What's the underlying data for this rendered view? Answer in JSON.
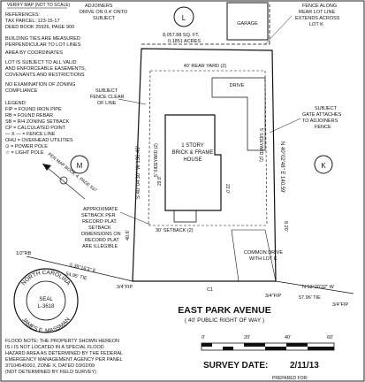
{
  "header": {
    "verify": "VERIFY MAP (NOT TO SCALE)"
  },
  "notes": {
    "references": [
      "REFERENCES:",
      "TAX PARCEL: 123-15-17",
      "DEED BOOK 25926, PAGE 900"
    ],
    "building_ties": [
      "BUILDING TIES ARE MEASURED",
      "PERPENDICULAR TO LOT LINES"
    ],
    "area": "AREA BY COORDINATES",
    "lot_subject": [
      "LOT IS SUBJECT TO ALL VALID",
      "AND ENFORCEABLE EASEMENTS,",
      "COVENANTS AND RESTRICTIONS"
    ],
    "zoning": [
      "NO EXAMINATION OF ZONING",
      "COMPLIANCE"
    ]
  },
  "legend": {
    "items": [
      "LEGEND:",
      "FIP = FOUND IRON PIPE",
      "RB = FOUND REBAR",
      "SB = R/4 ZONING SETBACK",
      "CP = CALCULATED POINT",
      "— X — = FENCE LINE",
      "OHU = OVERHEAD UTILITIES",
      "⊙ = POWER POLE",
      "☆ = LIGHT POLE"
    ]
  },
  "top": {
    "adjoiners": [
      "ADJOINERS",
      "DRIVE ON 0.4' ONTO",
      "SUBJECT"
    ],
    "lot_l": "L",
    "area": [
      "8,057.88 SQ. FT.",
      "0.1851 ACRES"
    ],
    "garage": "GARAGE",
    "fence_note": [
      "FENCE ALONG",
      "REAR LOT LINE",
      "EXTENDS ACROSS",
      "LOT K"
    ]
  },
  "site": {
    "rear_yard": "40' REAR YARD (2)",
    "drive_top": "DRIVE",
    "subject_fence": [
      "SUBJECT",
      "FENCE CLEAR",
      "OF LINE"
    ],
    "subject_gate": [
      "SUBJECT",
      "GATE ATTACHES",
      "TO ADJOINERS",
      "FENCE"
    ],
    "west_bearing": "S 40°04'30\" W 136.49'",
    "east_bearing": "N 40°02'48\" E 140.59'",
    "side_yard_left": "5' SIDEYARD (2)",
    "side_yard_right": "5' SIDEYARD (2)",
    "house": [
      "1 STORY",
      "BRICK & FRAME",
      "HOUSE"
    ],
    "map_ref": "PER MAP BOOK 4, PAGE 537",
    "setback_note": [
      "APPROXIMATE",
      "SETBACK PER",
      "RECORD PLAT.",
      "SETBACK",
      "DIMENSIONS ON",
      "RECORD PLAT",
      "ARE ILLEGIBLE"
    ],
    "setback_label": "30' SETBACK (2)",
    "front_left": "40.8'",
    "front_right": "8.20'",
    "common_drive": [
      "COMMON DRIVE",
      "WITH LOT K"
    ],
    "dim_220": "22.0'",
    "dim_298": "29.8'",
    "lot_m": "M",
    "lot_k": "K"
  },
  "bottom": {
    "corner_left": "1/2\"RB",
    "south_bearing": "S 39°16'3\" E",
    "dim_5495": "54.95' TIE",
    "fip_left": "3/4\"FIP",
    "fip_right_a": "3/4\"FIP",
    "fip_right_b": "3/4\"FIP",
    "north_bearing": "N 53°20'32\" W",
    "tie_5796": "57.96' TIE",
    "dim_c1": "C1",
    "street": "EAST PARK AVENUE",
    "street_sub": "( 40' PUBLIC RIGHT OF WAY )"
  },
  "seal": {
    "top_text": "NORTH CAROLINA",
    "center": [
      "SEAL",
      "L-3618"
    ],
    "bottom_text": "JAMES E. MASSMAN"
  },
  "flood": [
    "FLOOD NOTE: THE PROPERTY SHOWN HEREON",
    "IS / IS NOT LOCATED IN A SPECIAL FLOOD",
    "HAZARD AREA AS DETERMINED BY THE FEDERAL",
    "EMERGENCY MANAGEMENT AGENCY PER PANEL",
    "3710454500J, ZONE X, DATED 03/02/09",
    "(NOT DETERMINED BY FIELD SURVEY)"
  ],
  "scale": {
    "labels": [
      "0'",
      "20'",
      "40'",
      "60'"
    ]
  },
  "survey_date": {
    "label": "SURVEY DATE:",
    "value": "2/11/13"
  },
  "footer": "PREPARED FOR:"
}
